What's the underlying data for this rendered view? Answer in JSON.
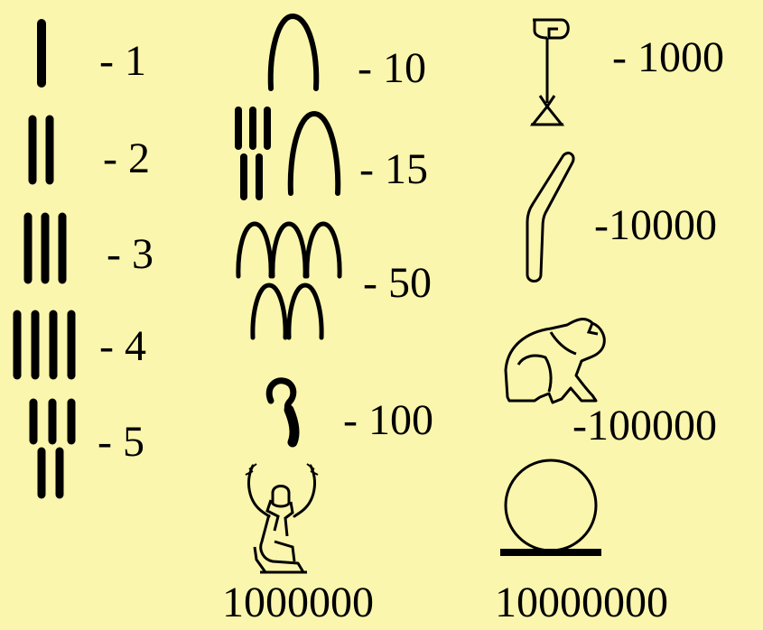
{
  "numerals": [
    {
      "id": "1",
      "glyph": "single-stroke-icon",
      "label": "- 1"
    },
    {
      "id": "2",
      "glyph": "two-strokes-icon",
      "label": "- 2"
    },
    {
      "id": "3",
      "glyph": "three-strokes-icon",
      "label": "- 3"
    },
    {
      "id": "4",
      "glyph": "four-strokes-icon",
      "label": "- 4"
    },
    {
      "id": "5",
      "glyph": "five-strokes-icon",
      "label": "- 5"
    },
    {
      "id": "10",
      "glyph": "heel-bone-icon",
      "label": "- 10"
    },
    {
      "id": "15",
      "glyph": "heel-bone-strokes-icon",
      "label": "- 15"
    },
    {
      "id": "50",
      "glyph": "five-heel-bones-icon",
      "label": "- 50"
    },
    {
      "id": "100",
      "glyph": "coil-of-rope-icon",
      "label": "- 100"
    },
    {
      "id": "1000",
      "glyph": "lotus-plant-icon",
      "label": "- 1000"
    },
    {
      "id": "10000",
      "glyph": "finger-icon",
      "label": "-10000"
    },
    {
      "id": "100000",
      "glyph": "tadpole-frog-icon",
      "label": "-100000"
    },
    {
      "id": "1000000",
      "glyph": "kneeling-god-heh-icon",
      "label": "1000000"
    },
    {
      "id": "10000000",
      "glyph": "sun-circle-icon",
      "label": "10000000"
    }
  ],
  "colors": {
    "background": "#fbf6ad",
    "ink": "#000000"
  }
}
